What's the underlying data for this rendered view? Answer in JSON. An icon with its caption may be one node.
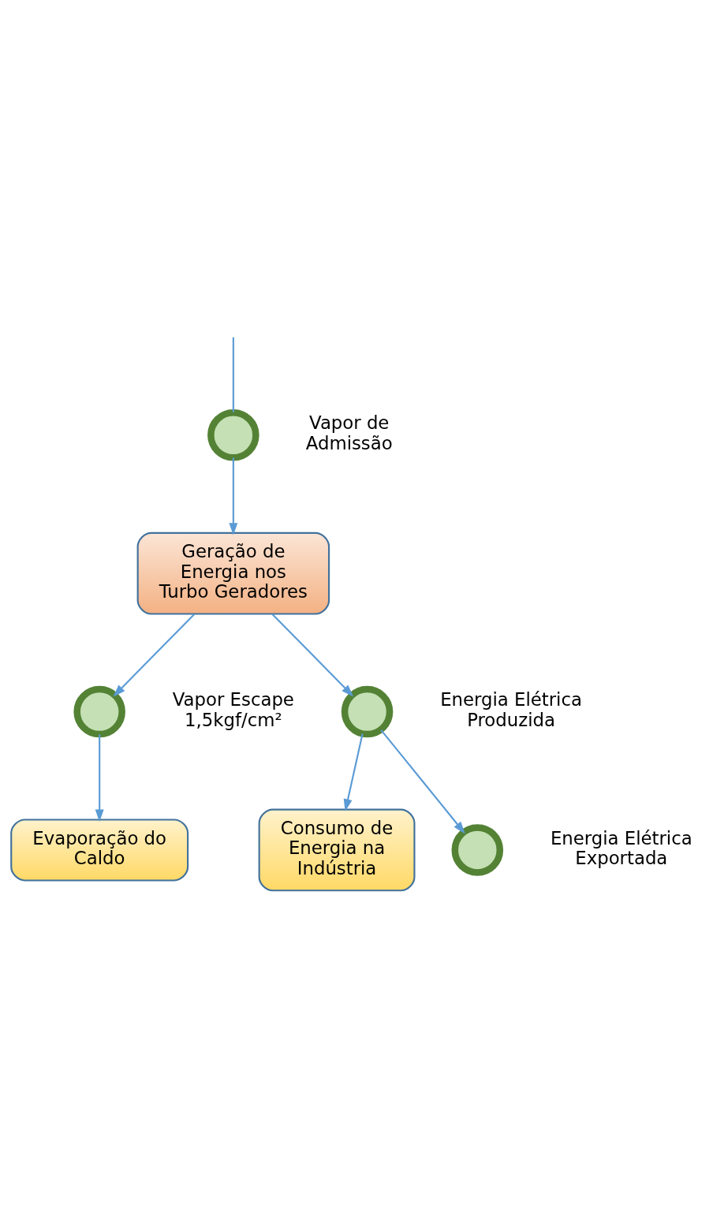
{
  "diagram": {
    "nodes": [
      {
        "text": [],
        "shape": "circle",
        "beside": [
          "Vapor de Admissão"
        ]
      },
      {
        "text": [
          "Geração de Energia nos Turbo Geradores"
        ]
      },
      {
        "text": [],
        "shape": "circle",
        "beside": [
          "Vapor Escape 1,5kgf/cm²"
        ]
      },
      {
        "text": [
          "Evaporação do Caldo"
        ]
      },
      {
        "text": [],
        "shape": "circle",
        "beside": [
          "Energia Elétrica Produzida"
        ]
      },
      {
        "text": [
          "Consumo de Energia na Indústria"
        ]
      },
      {
        "text": [],
        "shape": "circle",
        "beside": [
          "Energia Elétrica Exportada"
        ]
      }
    ],
    "edges": [
      {
        "from": null,
        "to": 0,
        "arrow": "none"
      },
      {
        "from": 0,
        "to": 1,
        "arrow": "to"
      },
      {
        "from": 1,
        "to": 2,
        "arrow": "to"
      },
      {
        "from": 2,
        "to": 3,
        "arrow": "to"
      },
      {
        "from": 1,
        "to": 4,
        "arrow": "to"
      },
      {
        "from": 4,
        "to": 5,
        "arrow": "to"
      },
      {
        "from": 4,
        "to": 6,
        "arrow": "to"
      }
    ]
  }
}
